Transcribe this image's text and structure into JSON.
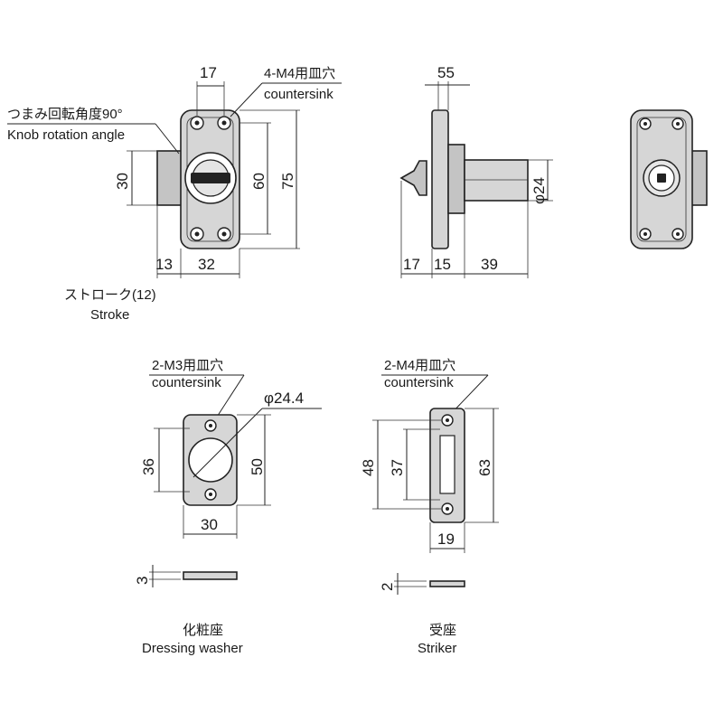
{
  "top_view": {
    "dim_top": "17",
    "countersink_jp": "4-M4用皿穴",
    "countersink_en": "countersink",
    "rotation_jp": "つまみ回転角度90°",
    "rotation_en": "Knob rotation angle",
    "dim_left": "30",
    "dim_inner": "60",
    "dim_outer": "75",
    "dim_bottom_a": "13",
    "dim_bottom_b": "32",
    "stroke_jp": "ストローク(12)",
    "stroke_en": "Stroke"
  },
  "side_view": {
    "dim_top": "55",
    "dim_dia": "φ24",
    "dim_a": "17",
    "dim_b": "15",
    "dim_c": "39"
  },
  "washer": {
    "countersink_jp": "2-M3用皿穴",
    "countersink_en": "countersink",
    "dim_dia": "φ24.4",
    "dim_left": "36",
    "dim_right": "50",
    "dim_bottom": "30",
    "dim_thick": "3",
    "name_jp": "化粧座",
    "name_en": "Dressing washer"
  },
  "striker": {
    "countersink_jp": "2-M4用皿穴",
    "countersink_en": "countersink",
    "dim_outer": "48",
    "dim_inner": "37",
    "dim_right": "63",
    "dim_bottom": "19",
    "dim_thick": "2",
    "name_jp": "受座",
    "name_en": "Striker"
  }
}
